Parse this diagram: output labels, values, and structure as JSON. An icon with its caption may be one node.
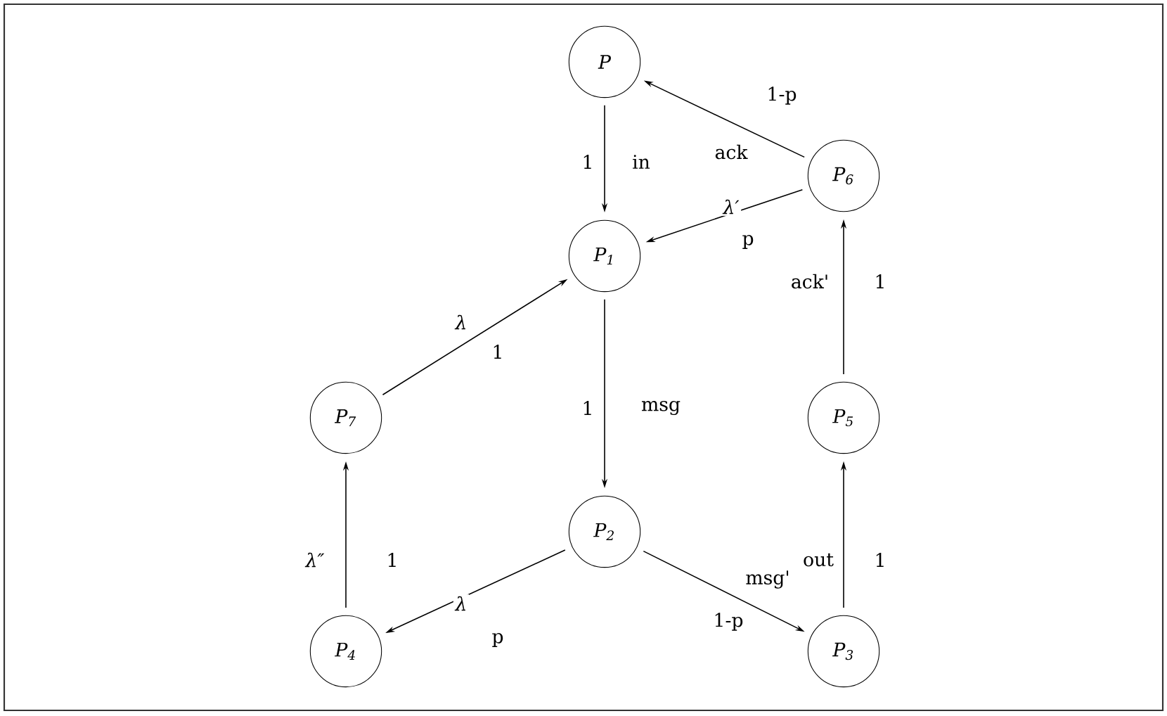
{
  "diagram": {
    "nodes": [
      {
        "text": [
          "P"
        ]
      },
      {
        "text": [
          "P$_{6}$"
        ]
      },
      {
        "text": [
          "P$_{1}$"
        ]
      },
      {
        "text": [
          "P$_{7}$"
        ]
      },
      {
        "text": [
          "P$_{5}$"
        ]
      },
      {
        "text": [
          "P$_{2}$"
        ]
      },
      {
        "text": [
          "P$_{4}$"
        ]
      },
      {
        "text": [
          "P$_{3}$"
        ]
      }
    ],
    "edges": [
      {
        "from": 1,
        "to": 0,
        "arrow": "to",
        "label": "ack"
      },
      {
        "from": 0,
        "to": 2,
        "arrow": "to",
        "label": "in"
      },
      {
        "from": 1,
        "to": 2,
        "arrow": "to",
        "label": "λ′"
      },
      {
        "from": 3,
        "to": 2,
        "arrow": "to",
        "label": "λ"
      },
      {
        "from": 4,
        "to": 1,
        "arrow": "to",
        "label": "ack'"
      },
      {
        "from": 2,
        "to": 5,
        "arrow": "to",
        "label": "msg"
      },
      {
        "from": 6,
        "to": 3,
        "arrow": "to",
        "label": "λ″"
      },
      {
        "from": 7,
        "to": 4,
        "arrow": "to",
        "label": "out"
      },
      {
        "from": 5,
        "to": 6,
        "arrow": "to",
        "label": "λ"
      },
      {
        "from": 5,
        "to": 7,
        "arrow": "to",
        "label": "msg'"
      }
    ],
    "labels": [
      "1-p",
      "1",
      "p",
      "1",
      "1",
      "1",
      "1",
      "1",
      "1-p",
      "p"
    ]
  }
}
